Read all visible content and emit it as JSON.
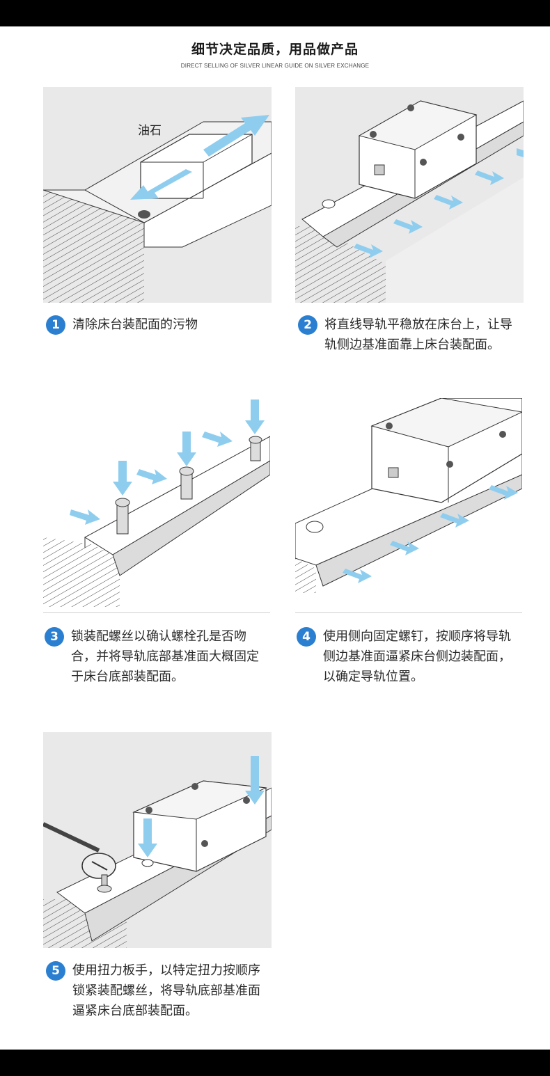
{
  "header": {
    "title": "细节决定品质，用品做产品",
    "subtitle": "DIRECT SELLING OF SILVER LINEAR GUIDE ON SILVER EXCHANGE"
  },
  "panels": {
    "p1": {
      "label": "油石"
    }
  },
  "steps": [
    {
      "number": "1",
      "text": "清除床台装配面的污物"
    },
    {
      "number": "2",
      "text": "将直线导轨平稳放在床台上，让导轨侧边基准面靠上床台装配面。"
    },
    {
      "number": "3",
      "text": "锁装配螺丝以确认螺栓孔是否吻合，并将导轨底部基准面大概固定于床台底部装配面。"
    },
    {
      "number": "4",
      "text": "使用侧向固定螺钉，按顺序将导轨侧边基准面逼紧床台侧边装配面，以确定导轨位置。"
    },
    {
      "number": "5",
      "text": "使用扭力板手，以特定扭力按顺序锁紧装配螺丝，将导轨底部基准面逼紧床台底部装配面。"
    }
  ],
  "colors": {
    "accent": "#2b7fd1",
    "arrow": "#8fcdef",
    "panel_bg": "#e9e9e9"
  }
}
